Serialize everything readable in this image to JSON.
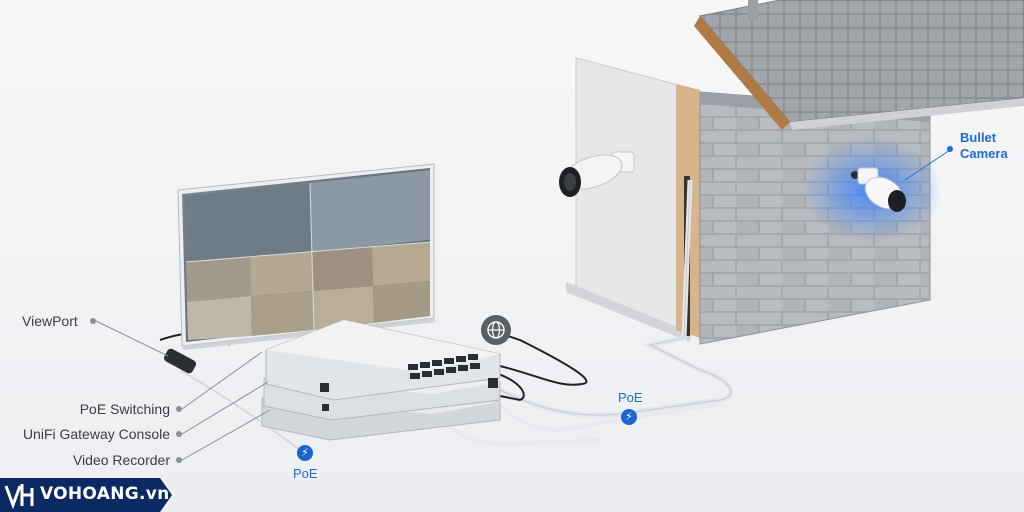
{
  "labels": {
    "viewport": "ViewPort",
    "poe_switching": "PoE Switching",
    "gateway_console": "UniFi Gateway Console",
    "video_recorder": "Video Recorder",
    "bullet_camera_line1": "Bullet",
    "bullet_camera_line2": "Camera",
    "poe_left": "PoE",
    "poe_right": "PoE"
  },
  "icons": {
    "poe": "lightning-icon",
    "internet": "globe-icon",
    "brand": "vh-logo-icon"
  },
  "brand": {
    "name": "VOHOANG.vn",
    "color": "#0b2a63"
  },
  "colors": {
    "accent": "#1f6bd6",
    "leader": "#8a8f96"
  }
}
